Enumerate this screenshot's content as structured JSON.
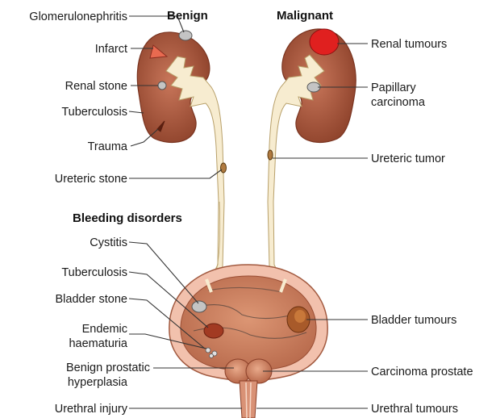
{
  "headings": {
    "benign": "Benign",
    "malignant": "Malignant",
    "bleeding": "Bleeding disorders"
  },
  "left_labels": {
    "glomerulonephritis": "Glomerulonephritis",
    "infarct": "Infarct",
    "renal_stone": "Renal stone",
    "tuberculosis_kidney": "Tuberculosis",
    "trauma": "Trauma",
    "ureteric_stone": "Ureteric stone",
    "cystitis": "Cystitis",
    "tuberculosis_bladder": "Tuberculosis",
    "bladder_stone": "Bladder stone",
    "endemic_1": "Endemic",
    "endemic_2": "haematuria",
    "bph_1": "Benign prostatic",
    "bph_2": "hyperplasia",
    "urethral_injury": "Urethral injury"
  },
  "right_labels": {
    "renal_tumours": "Renal tumours",
    "papillary_1": "Papillary",
    "papillary_2": "carcinoma",
    "ureteric_tumor": "Ureteric tumor",
    "bladder_tumours": "Bladder tumours",
    "carcinoma_prostate": "Carcinoma prostate",
    "urethral_tumours": "Urethral tumours"
  },
  "colors": {
    "kidney": "#b05a3c",
    "kidney_dark": "#8a3f28",
    "pelvis": "#f7ecd0",
    "bladder_wall": "#f2c1ad",
    "bladder_inner": "#cf8060",
    "tumour_red": "#e0201f",
    "stone": "#b9b9b9"
  }
}
